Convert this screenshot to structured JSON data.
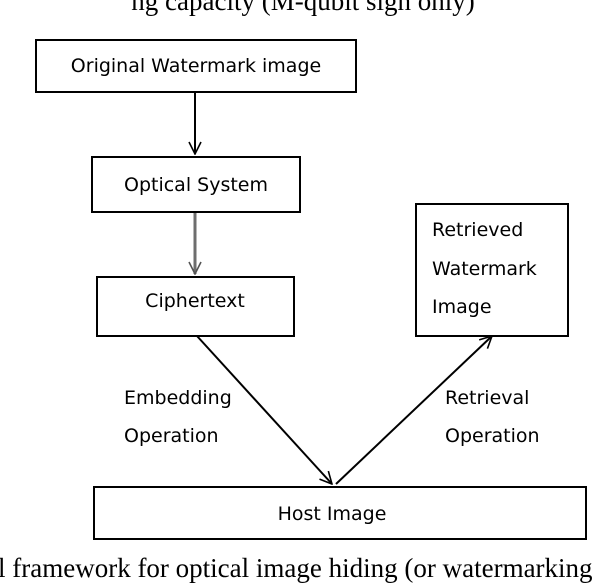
{
  "caption_top": "ng capacity (M-qubit sign only)",
  "caption_bottom": "l framework for optical image hiding (or watermarking",
  "nodes": {
    "original": "Original Watermark image",
    "optical": "Optical System",
    "cipher": "Ciphertext",
    "host": "Host Image",
    "retrieved": [
      "Retrieved",
      "Watermark",
      "Image"
    ]
  },
  "edge_labels": {
    "embedding": [
      "Embedding",
      "Operation"
    ],
    "retrieval": [
      "Retrieval",
      "Operation"
    ]
  }
}
